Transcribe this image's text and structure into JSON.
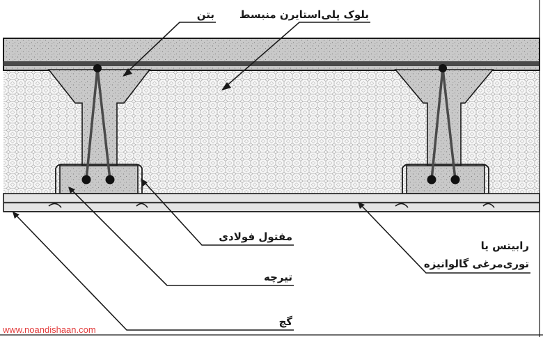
{
  "labels": {
    "concrete": "بتن",
    "eps_block": "بلوک پلی‌استایرن منبسط",
    "steel_wire": "مفتول فولادی",
    "joist": "تیرچه",
    "gypsum": "گچ",
    "mesh_line1": "رابیتس یا",
    "mesh_line2": "توری‌مرغی گالوانیزه"
  },
  "watermark": "www.noandishaan.com",
  "colors": {
    "concrete": "#c8c8c8",
    "foam": "#f4f4f4",
    "line": "#1a1a1a",
    "watermark": "#e23c3c"
  }
}
